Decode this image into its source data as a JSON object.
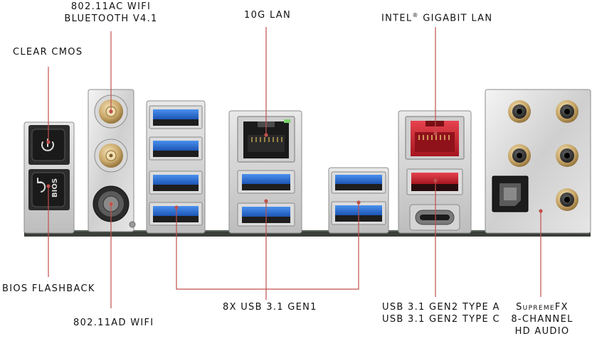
{
  "colors": {
    "leader": "#c0504d",
    "usb_blue": "#2d6fd0",
    "lan_red": "#c8202c",
    "gold": "#c9a86a"
  },
  "labels": {
    "wifi_ac_line1": "802.11AC WIFI",
    "wifi_ac_line2": "BLUETOOTH V4.1",
    "lan_10g": "10G LAN",
    "intel_lan_prefix": "INTEL",
    "intel_lan_mark": "®",
    "intel_lan_suffix": " GIGABIT LAN",
    "clear_cmos": "CLEAR CMOS",
    "bios_flashback": "BIOS FLASHBACK",
    "wifi_ad": "802.11AD WIFI",
    "usb_gen1": "8X USB 3.1 GEN1",
    "usb_gen2_a": "USB 3.1 GEN2 TYPE A",
    "usb_gen2_c": "USB 3.1 GEN2 TYPE C",
    "audio_line1": "SupremeFX",
    "audio_line2": "8-CHANNEL",
    "audio_line3": "HD AUDIO"
  },
  "ports": {
    "bios_button_text": "BIOS"
  },
  "icons": [
    "power-icon",
    "refresh-icon",
    "ethernet-port-icon",
    "usb-port-icon",
    "usb-c-port-icon",
    "antenna-connector-icon",
    "audio-jack-icon",
    "optical-spdif-icon"
  ]
}
